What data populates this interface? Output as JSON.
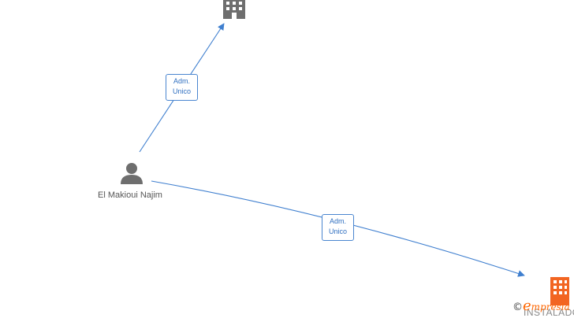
{
  "colors": {
    "edge": "#3f7fcf",
    "company_icon_gray": "#6e6e6e",
    "company_icon_orange": "#f26522",
    "person_icon": "#6e6e6e"
  },
  "nodes": {
    "person": {
      "name": "El Makioui Najim",
      "icon": "person-icon"
    },
    "company_top": {
      "icon": "building-icon"
    },
    "company_bottom": {
      "icon": "building-icon",
      "label_partial": "INSTALADO"
    }
  },
  "edges": [
    {
      "label_line1": "Adm.",
      "label_line2": "Unico"
    },
    {
      "label_line1": "Adm.",
      "label_line2": "Unico"
    }
  ],
  "watermark": {
    "symbol": "©",
    "letter": "e",
    "text": "mpresia"
  }
}
